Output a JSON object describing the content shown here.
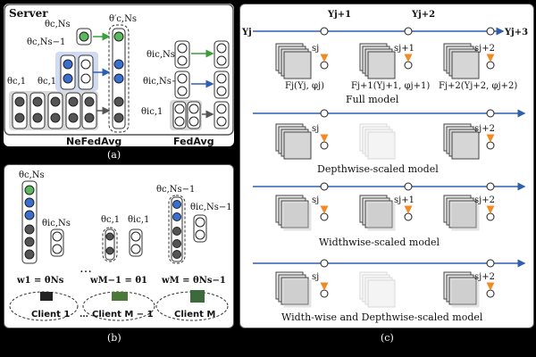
{
  "panel_a": {
    "server_label": "Server",
    "nefedavg_label": "NeFedAvg",
    "fedavg_label": "FedAvg",
    "caption": "(a)",
    "math_labels": {
      "theta_c_ns": "θc,Ns",
      "theta_c_ns_prime": "θ′c,Ns",
      "theta_c_ns_m1": "θc,Ns−1",
      "theta_c_1": "θc,1",
      "theta_c_1b": "θc,1",
      "theta_ic_ns": "θic,Ns",
      "theta_ic_ns_m1": "θic,Ns−1",
      "theta_ic_1": "θic,1"
    }
  },
  "panel_b": {
    "caption": "(b)",
    "ellipsis": "…",
    "labels": {
      "theta_c_ns": "θc,Ns",
      "theta_ic_ns": "θic,Ns",
      "theta_c_1": "θc,1",
      "theta_ic_1": "θic,1",
      "theta_c_ns_m1": "θc,Ns−1",
      "theta_ic_ns_m1": "θic,Ns−1",
      "w1": "w1 = θNs",
      "wm1": "wM−1 = θ1",
      "wm": "wM = θNs−1"
    },
    "clients": [
      "Client 1",
      "Client M − 1",
      "Client M"
    ]
  },
  "panel_c": {
    "caption": "(c)",
    "labels": {
      "y_j": "Yj",
      "y_j1": "Yj+1",
      "y_j2": "Yj+2",
      "y_j3": "Yj+3",
      "s_j": "sj",
      "s_j1": "sj+1",
      "s_j2": "sj+2",
      "f_j": "Fj(Yj, φj)",
      "f_j1": "Fj+1(Yj+1, φj+1)",
      "f_j2": "Fj+2(Yj+2, φj+2)"
    },
    "rows": [
      {
        "title": "Full model"
      },
      {
        "title": "Depthwise-scaled model"
      },
      {
        "title": "Widthwise-scaled model"
      },
      {
        "title": "Width-wise and Depthwise-scaled model"
      }
    ]
  },
  "colors": {
    "green": "#5cb85c",
    "blue": "#3a6fd1",
    "gray": "#555555",
    "arrow_blue": "#2f5fb3",
    "arrow_green": "#3a9e3a",
    "orange": "#f08a24"
  }
}
